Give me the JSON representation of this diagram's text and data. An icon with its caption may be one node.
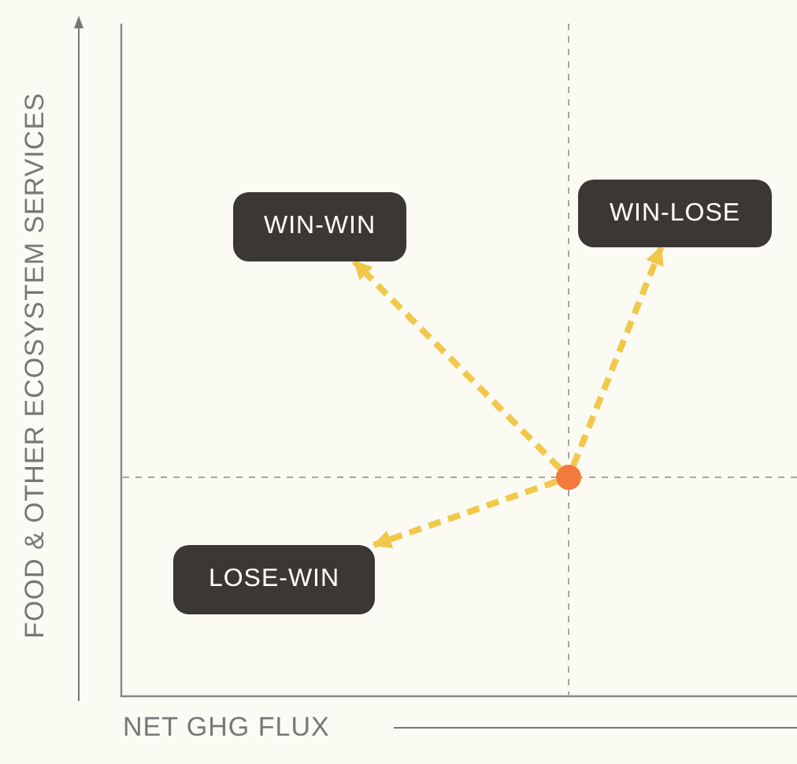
{
  "diagram": {
    "nodes": [
      {
        "text": [
          "WIN-WIN"
        ]
      },
      {
        "text": [
          "WIN-LOSE"
        ]
      },
      {
        "text": [
          "LOSE-WIN"
        ]
      },
      {
        "text": [],
        "shape": "circle"
      }
    ],
    "edges": [
      {
        "from": 3,
        "to": 0,
        "arrow": "to",
        "style": "dashed",
        "color": "#f2c84b"
      },
      {
        "from": 3,
        "to": 1,
        "arrow": "to",
        "style": "dashed",
        "color": "#f2c84b"
      },
      {
        "from": 3,
        "to": 2,
        "arrow": "to",
        "style": "dashed",
        "color": "#f2c84b"
      }
    ],
    "labels": [
      "FOOD & OTHER ECOSYSTEM SERVICES",
      "NET GHG FLUX"
    ]
  }
}
